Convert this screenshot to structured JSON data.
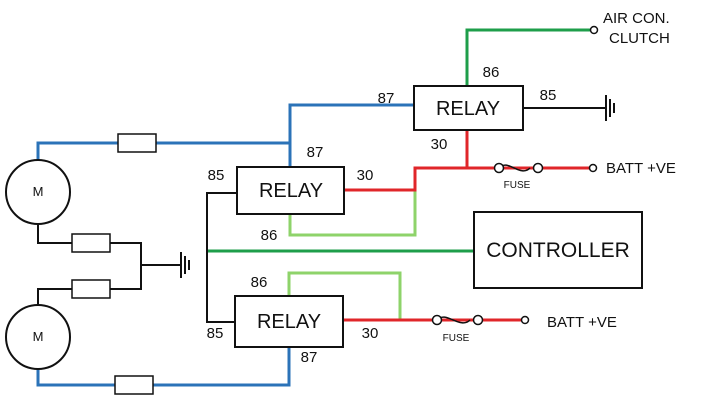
{
  "relays": {
    "top": {
      "label": "RELAY",
      "pin_86": "86",
      "pin_85": "85",
      "pin_87": "87",
      "pin_30": "30"
    },
    "middle": {
      "label": "RELAY",
      "pin_85": "85",
      "pin_87": "87",
      "pin_30": "30",
      "pin_86": "86"
    },
    "bottom": {
      "label": "RELAY",
      "pin_86": "86",
      "pin_85": "85",
      "pin_30": "30",
      "pin_87": "87"
    }
  },
  "controller": {
    "label": "CONTROLLER"
  },
  "labels": {
    "air_con_line1": "AIR CON.",
    "air_con_line2": "CLUTCH",
    "batt_top": "BATT +VE",
    "batt_bottom": "BATT +VE"
  },
  "fuses": {
    "top": "FUSE",
    "bottom": "FUSE"
  },
  "motors": {
    "top": "M",
    "bottom": "M"
  },
  "colors": {
    "blue_wire": "#2b73b8",
    "green_wire": "#1e9e4a",
    "light_green_wire": "#8ed36a",
    "red_wire": "#e0262a",
    "black_wire": "#111111"
  }
}
